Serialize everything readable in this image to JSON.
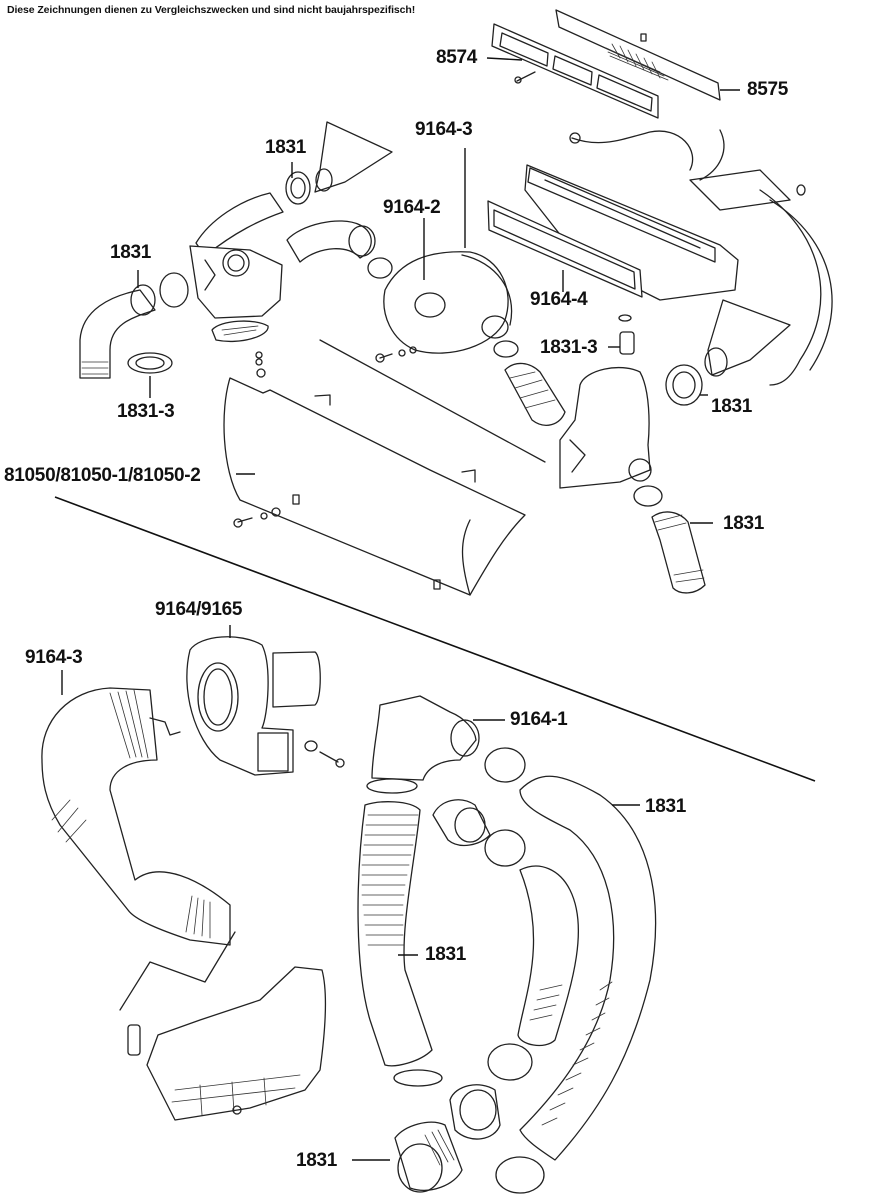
{
  "disclaimer": "Diese Zeichnungen dienen zu Vergleichszwecken und sind nicht baujahrspezifisch!",
  "upper_assembly": {
    "labels": {
      "grille_frame": "8574",
      "grille_cover": "8575",
      "blower_housing": "9164-3",
      "hose_top": "1831",
      "blower_motor": "9164-2",
      "hose_left": "1831",
      "seal_frame": "9164-4",
      "ring_left": "1831-3",
      "plug_right": "1831-3",
      "hose_right_upper": "1831",
      "cover_panel": "81050/81050-1/81050-2",
      "hose_right_lower": "1831"
    }
  },
  "lower_assembly": {
    "labels": {
      "blower_unit": "9164/9165",
      "duct_hose_left": "9164-3",
      "elbow_outlet": "9164-1",
      "hose_long_right": "1831",
      "hose_corrugated_center": "1831",
      "hose_short_bottom": "1831"
    }
  }
}
